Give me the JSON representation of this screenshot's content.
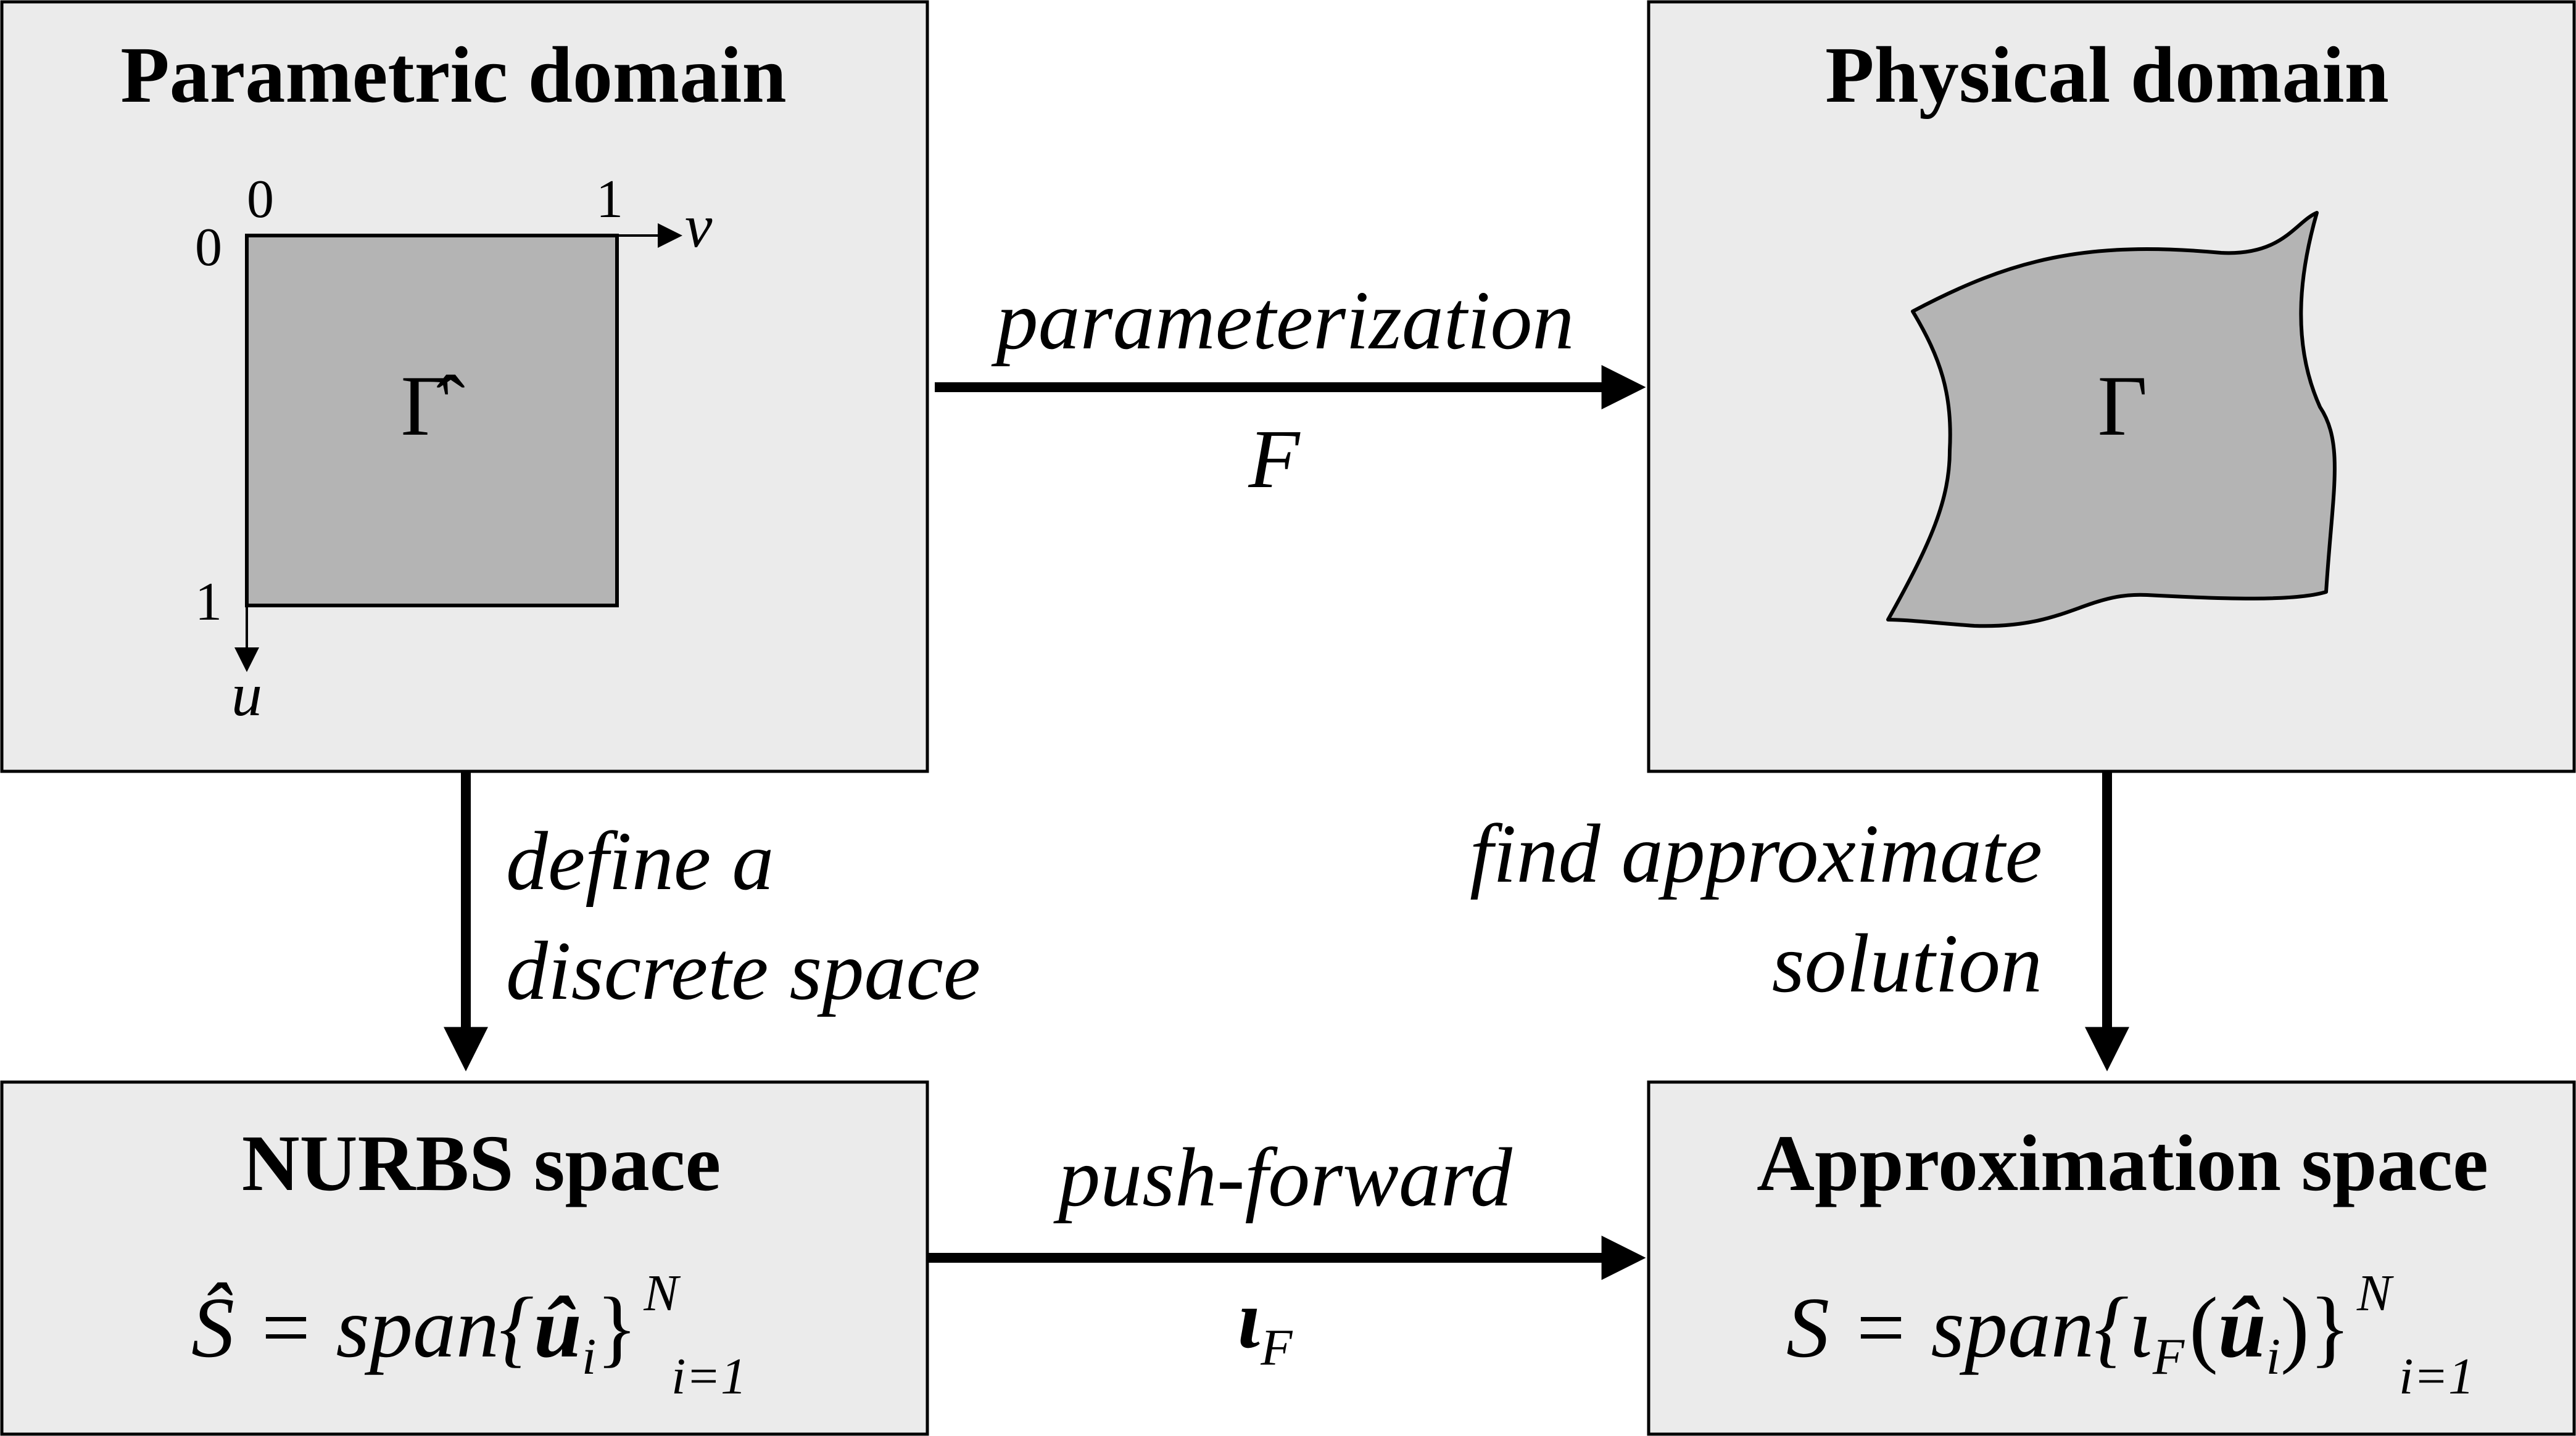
{
  "colors": {
    "box_fill": "#ebebeb",
    "shape_fill": "#b4b4b4",
    "stroke": "#000000"
  },
  "boxes": {
    "parametric": {
      "title": "Parametric domain",
      "symbol": "Γ̂",
      "axis_u": "u",
      "axis_v": "v",
      "tick_top_left": "0",
      "tick_top_right": "1",
      "tick_left_top": "0",
      "tick_left_bottom": "1"
    },
    "physical": {
      "title": "Physical domain",
      "symbol": "Γ"
    },
    "nurbs": {
      "title": "NURBS space",
      "formula": {
        "lhs": "Ŝ",
        "eq": " = span{",
        "basis": "û",
        "basis_sub": "i",
        "close": "}",
        "sup": "N",
        "sub": "i=1"
      }
    },
    "approximation": {
      "title": "Approximation space",
      "formula": {
        "lhs": "S",
        "eq": " = span{",
        "op": "ι",
        "op_sub": "F",
        "open_paren": "(",
        "basis": "û",
        "basis_sub": "i",
        "close_paren": ")",
        "close": "}",
        "sup": "N",
        "sub": "i=1"
      }
    }
  },
  "arrows": {
    "parameterization": {
      "label": "parameterization",
      "symbol": "F"
    },
    "define": {
      "line1": "define a",
      "line2": "discrete space"
    },
    "find": {
      "line1": "find approximate",
      "line2": "solution"
    },
    "push": {
      "label": "push-forward",
      "symbol": "ι",
      "symbol_sub": "F"
    }
  }
}
